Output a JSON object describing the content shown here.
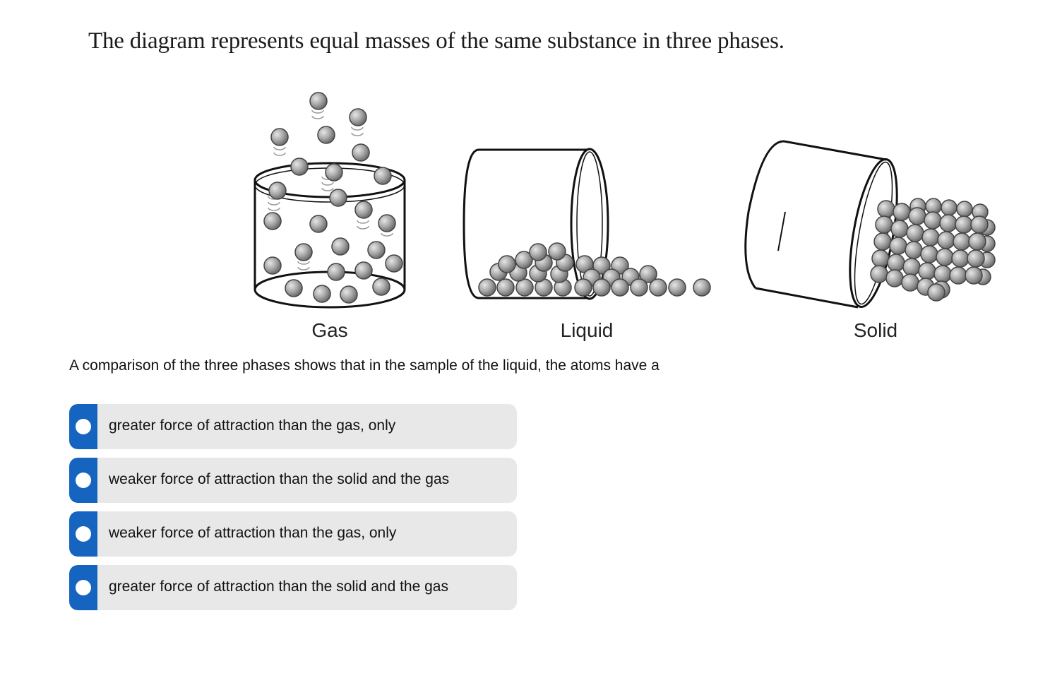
{
  "intro_text": "The diagram represents equal masses of the same substance in three phases.",
  "diagram": {
    "labels": [
      "Gas",
      "Liquid",
      "Solid"
    ]
  },
  "question_text": "A comparison of the three phases shows that in the sample of the liquid, the atoms have a",
  "options": [
    {
      "label": "greater force of attraction than the gas, only"
    },
    {
      "label": "weaker force of attraction than the solid and the gas"
    },
    {
      "label": "weaker force of attraction than the gas, only"
    },
    {
      "label": "greater force of attraction than the solid and the gas"
    }
  ],
  "colors": {
    "accent": "#1565c0",
    "option_background": "#e8e8e8",
    "atom_fill": "#a9a9a9"
  }
}
